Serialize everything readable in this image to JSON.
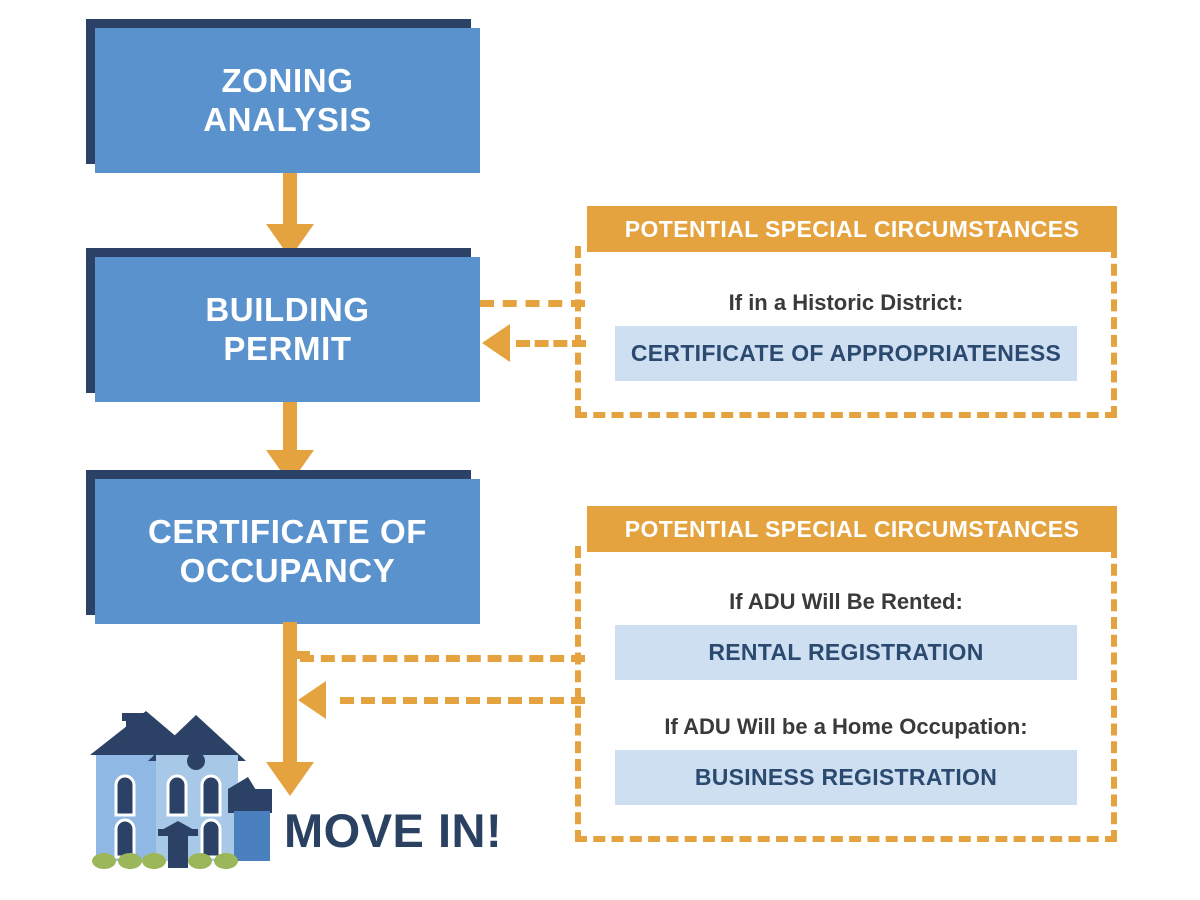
{
  "colors": {
    "step_fill": "#5a92cd",
    "step_shadow": "#2c4166",
    "accent_orange": "#e5a33f",
    "chip_fill": "#cfdff2",
    "chip_text": "#2b4a6f",
    "navy_text": "#2b4161",
    "condition_text": "#3a3a3a",
    "background": "#ffffff",
    "house_wall": "#a8c8e8",
    "house_roof": "#2c4166",
    "house_annex": "#4a80bd",
    "bush_green": "#9cb65a"
  },
  "steps": [
    {
      "id": "zoning-analysis",
      "label": "Zoning\nAnalysis"
    },
    {
      "id": "building-permit",
      "label": "Building\nPermit"
    },
    {
      "id": "certificate-of-occupancy",
      "label": "Certificate of\nOccupancy"
    }
  ],
  "panels": [
    {
      "id": "building-permit-circumstances",
      "header": "Potential Special Circumstances",
      "conditions": [
        {
          "label": "If in a Historic District:",
          "requirement": "Certificate of Appropriateness"
        }
      ]
    },
    {
      "id": "occupancy-circumstances",
      "header": "Potential Special Circumstances",
      "conditions": [
        {
          "label": "If ADU Will Be Rented:",
          "requirement": "Rental Registration"
        },
        {
          "label": "If ADU Will be a Home Occupation:",
          "requirement": "Business Registration"
        }
      ]
    }
  ],
  "outcome": {
    "label": "Move In!",
    "illustration": "house-illustration"
  },
  "icons": {
    "down_arrow": "arrow-down-icon",
    "left_arrow": "arrow-left-icon",
    "house": "house-icon"
  }
}
